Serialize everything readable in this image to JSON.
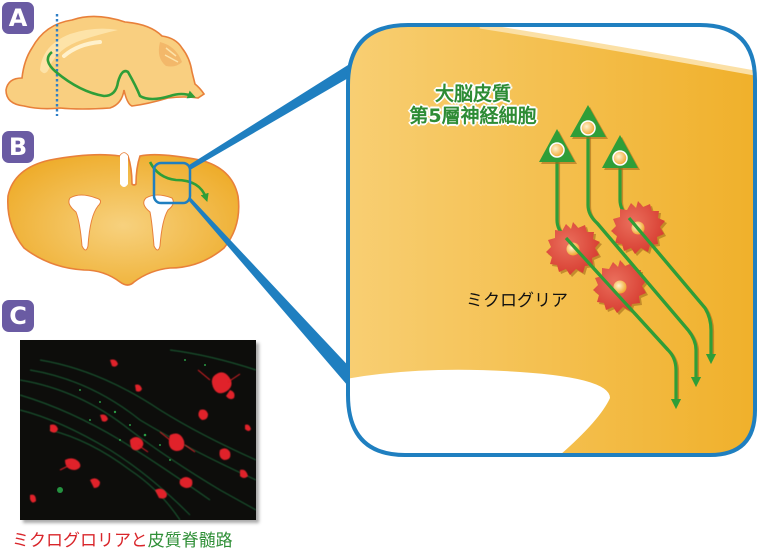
{
  "panels": {
    "a": {
      "label": "A",
      "description": "sagittal brain section with dotted cut line and green corticospinal pathway arrow"
    },
    "b": {
      "label": "B",
      "description": "spinal cord cross-section with highlighted blue box region and green arrow"
    },
    "c": {
      "label": "C",
      "description": "fluorescence micrograph: red microglia, green corticospinal tract"
    }
  },
  "zoom_panel": {
    "cortex_label_line1": "大脳皮質",
    "cortex_label_line2": "第5層神経細胞",
    "microglia_label": "ミクログリア",
    "neuron_count": 3,
    "microglia_count": 3
  },
  "caption": {
    "part1": "ミクログロリア",
    "part2": "と",
    "part3": "皮質脊髄路"
  },
  "colors": {
    "badge": "#6a5ba3",
    "tissue": "#f2b33a",
    "tissue_light": "#f7cd75",
    "brain": "#f9cf80",
    "outline": "#e8803a",
    "pathway_green": "#2f9e38",
    "zoom_blue": "#1f7fc0",
    "microglia_red": "#d9423a"
  }
}
